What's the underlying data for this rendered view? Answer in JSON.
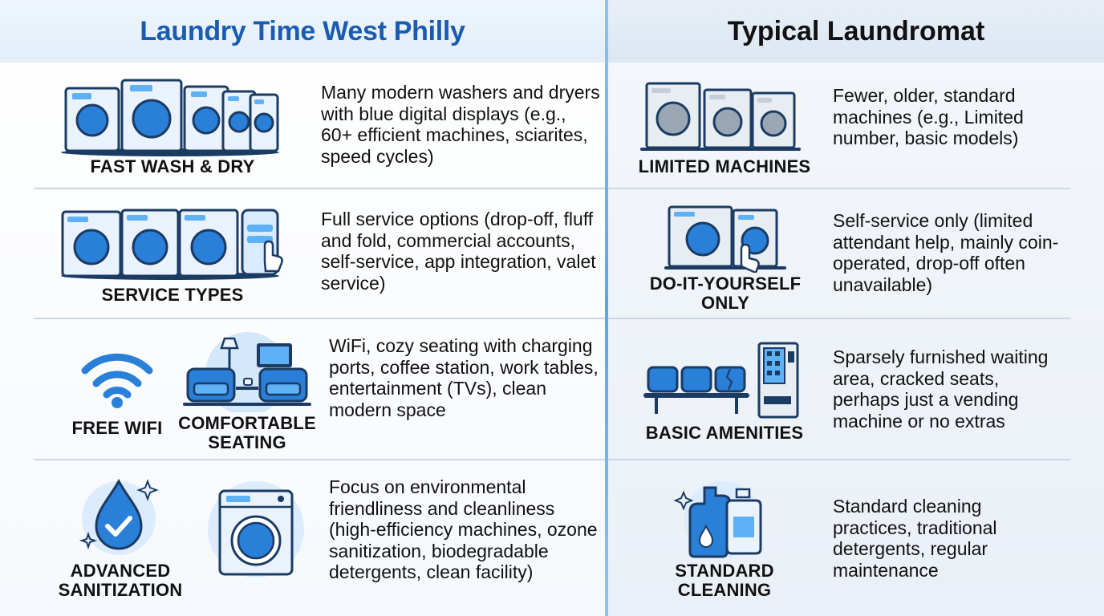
{
  "left": {
    "title": "Laundry Time West Philly",
    "rows": [
      {
        "labels": [
          "FAST WASH & DRY"
        ],
        "description": "Many modern washers and dryers with blue digital displays (e.g., 60+ efficient machines, sciarites, speed cycles)"
      },
      {
        "labels": [
          "SERVICE TYPES"
        ],
        "description": "Full service options (drop-off, fluff and fold, commercial accounts, self-service, app integration, valet service)"
      },
      {
        "labels": [
          "FREE WIFI",
          "COMFORTABLE SEATING"
        ],
        "description": "WiFi, cozy seating with charging ports, coffee station, work tables, entertainment (TVs), clean modern space"
      },
      {
        "labels": [
          "ADVANCED SANITIZATION"
        ],
        "description": "Focus on environmental friendliness and cleanliness (high-efficiency machines, ozone sanitization, biodegradable detergents, clean facility)"
      }
    ]
  },
  "right": {
    "title": "Typical Laundromat",
    "rows": [
      {
        "label": "LIMITED MACHINES",
        "description": "Fewer, older, standard machines (e.g., Limited number, basic models)"
      },
      {
        "label": "DO-IT-YOURSELF ONLY",
        "description": "Self-service only (limited attendant help, mainly coin-operated, drop-off often unavailable)"
      },
      {
        "label": "BASIC AMENITIES",
        "description": "Sparsely furnished waiting area, cracked seats, perhaps just a vending machine or no extras"
      },
      {
        "label": "STANDARD CLEANING",
        "description": "Standard cleaning practices, traditional detergents, regular maintenance"
      }
    ]
  },
  "colors": {
    "accent": "#1a5cb0",
    "divider": "#5aa6e6",
    "icon_blue": "#2a7fd8",
    "icon_gray": "#9aa6b4"
  }
}
